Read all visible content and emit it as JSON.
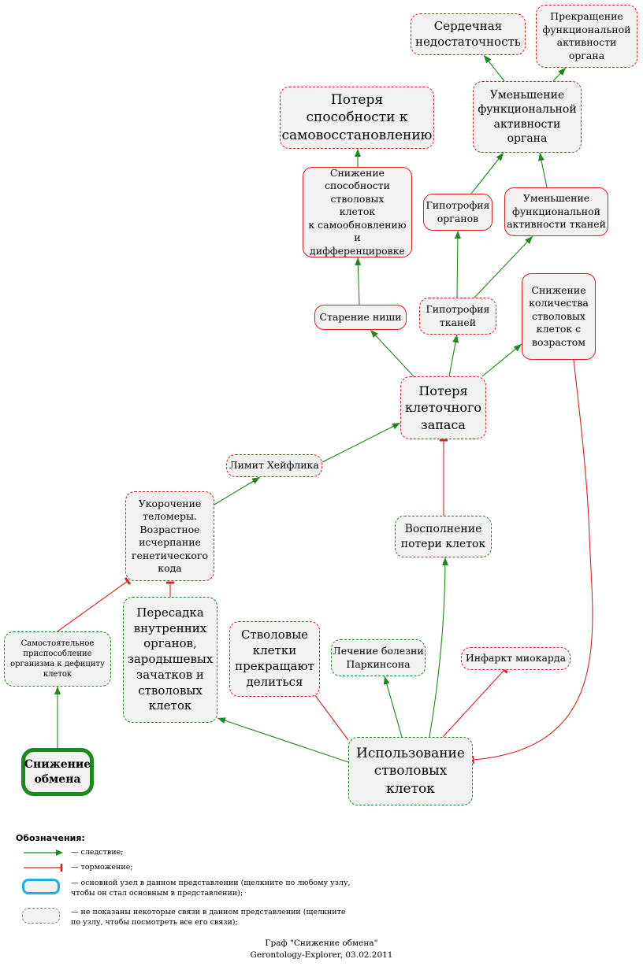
{
  "graph": {
    "nodes": [
      {
        "id": "heart_failure",
        "label": "Сердечная\nнедостаточность"
      },
      {
        "id": "func_stop",
        "label": "Прекращение\nфункциональной\nактивности\nоргана"
      },
      {
        "id": "self_renewal_loss",
        "label": "Потеря\nспособности к\nсамовосстановлению"
      },
      {
        "id": "organ_func_decrease",
        "label": "Уменьшение\nфункциональной\nактивности\nоргана"
      },
      {
        "id": "stem_diff_decrease",
        "label": "Снижение\nспособности\nстволовых\nклеток\nк самообновлению\nи\nдифференцировке"
      },
      {
        "id": "organ_hypotrophy",
        "label": "Гипотрофия\nорганов"
      },
      {
        "id": "tissue_func_decrease",
        "label": "Уменьшение\nфункциональной\nактивности тканей"
      },
      {
        "id": "niche_aging",
        "label": "Старение ниши"
      },
      {
        "id": "tissue_hypotrophy",
        "label": "Гипотрофия\nтканей"
      },
      {
        "id": "stem_count_decrease",
        "label": "Снижение\nколичества\nстволовых\nклеток с\nвозрастом"
      },
      {
        "id": "cell_reserve_loss",
        "label": "Потеря\nклеточного\nзапаса"
      },
      {
        "id": "hayflick",
        "label": "Лимит Хейфлика"
      },
      {
        "id": "telomere",
        "label": "Укорочение\nтеломеры.\nВозрастное\nисчерпание\nгенетического\nкода"
      },
      {
        "id": "cell_loss_replenish",
        "label": "Восполнение\nпотери клеток"
      },
      {
        "id": "self_adaptation",
        "label": "Самостоятельное\nприспособление\nорганизма к дефициту\nклеток"
      },
      {
        "id": "transplant",
        "label": "Пересадка\nвнутренних\nорганов,\nзародышевых\nзачатков и\nстволовых\nклеток"
      },
      {
        "id": "stem_stop_dividing",
        "label": "Стволовые\nклетки\nпрекращают\nделиться"
      },
      {
        "id": "parkinson",
        "label": "Лечение болезни\nПаркинсона"
      },
      {
        "id": "infarction",
        "label": "Инфаркт миокарда"
      },
      {
        "id": "metabolism_decrease",
        "label": "Снижение\nобмена"
      },
      {
        "id": "stem_cell_use",
        "label": "Использование\nстволовых\nклеток"
      }
    ]
  },
  "legend": {
    "title": "Обозначения:",
    "consequence": "— следствие;",
    "inhibition": "— торможение;",
    "main_node": "— основной узел в данном представлении (щелкните по любому узлу, чтобы он стал основным в представлении);",
    "hidden_links": "— не показаны некоторые связи в данном представлении (щелкните по узлу, чтобы посмотреть все его связи);"
  },
  "caption": {
    "line1": "Граф \"Снижение обмена\"",
    "line2": "Gerontology-Explorer, 03.02.2011"
  },
  "colors": {
    "consequence": "#1a8a1a",
    "inhibition": "#e02020",
    "main_node_legend": "#1ab0e8",
    "hidden_links_border": "#808080",
    "node_fill": "#f2f2f2"
  }
}
